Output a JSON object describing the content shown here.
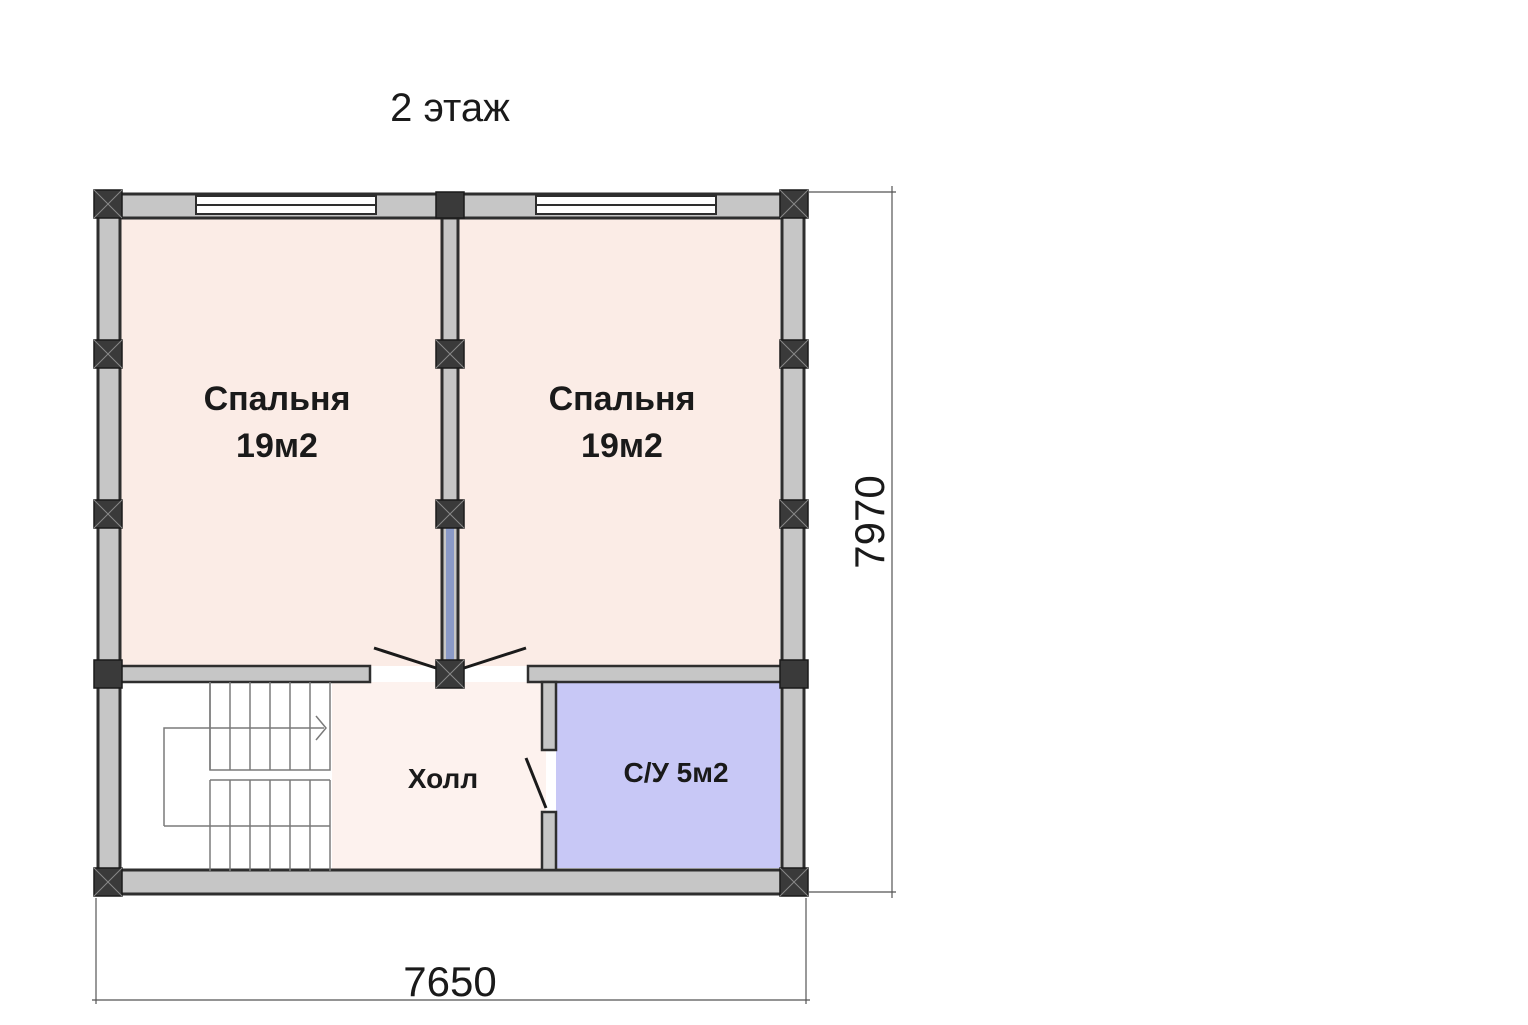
{
  "plan": {
    "title": "2 этаж",
    "rooms": [
      {
        "name": "Спальня",
        "area": "19м2"
      },
      {
        "name": "Спальня",
        "area": "19м2"
      },
      {
        "name": "Холл"
      },
      {
        "name": "С/У 5м2"
      }
    ],
    "dimensions": {
      "width": "7650",
      "height": "7970"
    }
  },
  "colors": {
    "bedroom_fill": "#fbece6",
    "hall_fill": "#fdf2ee",
    "bathroom_fill": "#c8c8f6",
    "wall_dark": "#2e2e2e",
    "wall_light": "#c6c6c6"
  }
}
